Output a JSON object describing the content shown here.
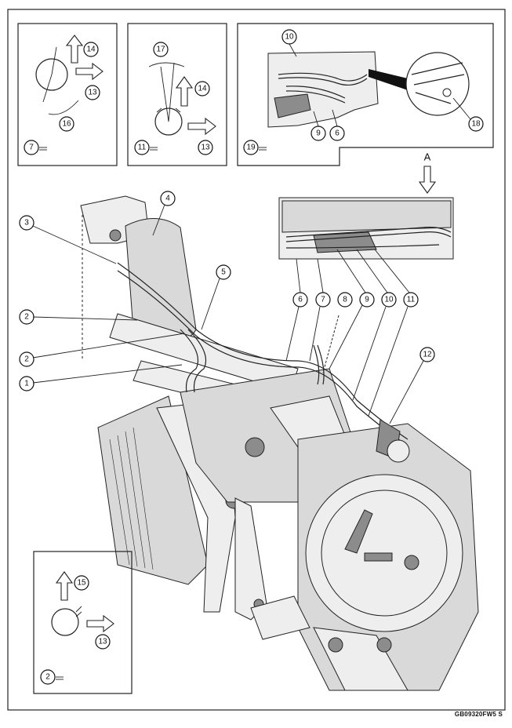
{
  "figure_code": "GB09320FW5  S",
  "view_label": "A",
  "callouts": {
    "c1": "1",
    "c2a": "2",
    "c2b": "2",
    "c3": "3",
    "c4": "4",
    "c5": "5",
    "c6": "6",
    "c7": "7",
    "c8": "8",
    "c9": "9",
    "c10": "10",
    "c11": "11",
    "c12": "12"
  },
  "detail_7": {
    "id": "7",
    "c14": "14",
    "c13": "13",
    "c16": "16"
  },
  "detail_11": {
    "id": "11",
    "c17": "17",
    "c14": "14",
    "c13": "13"
  },
  "detail_19": {
    "id": "19",
    "c10": "10",
    "c9": "9",
    "c6": "6",
    "c18": "18"
  },
  "detail_2": {
    "id": "2",
    "c15": "15",
    "c13": "13"
  }
}
